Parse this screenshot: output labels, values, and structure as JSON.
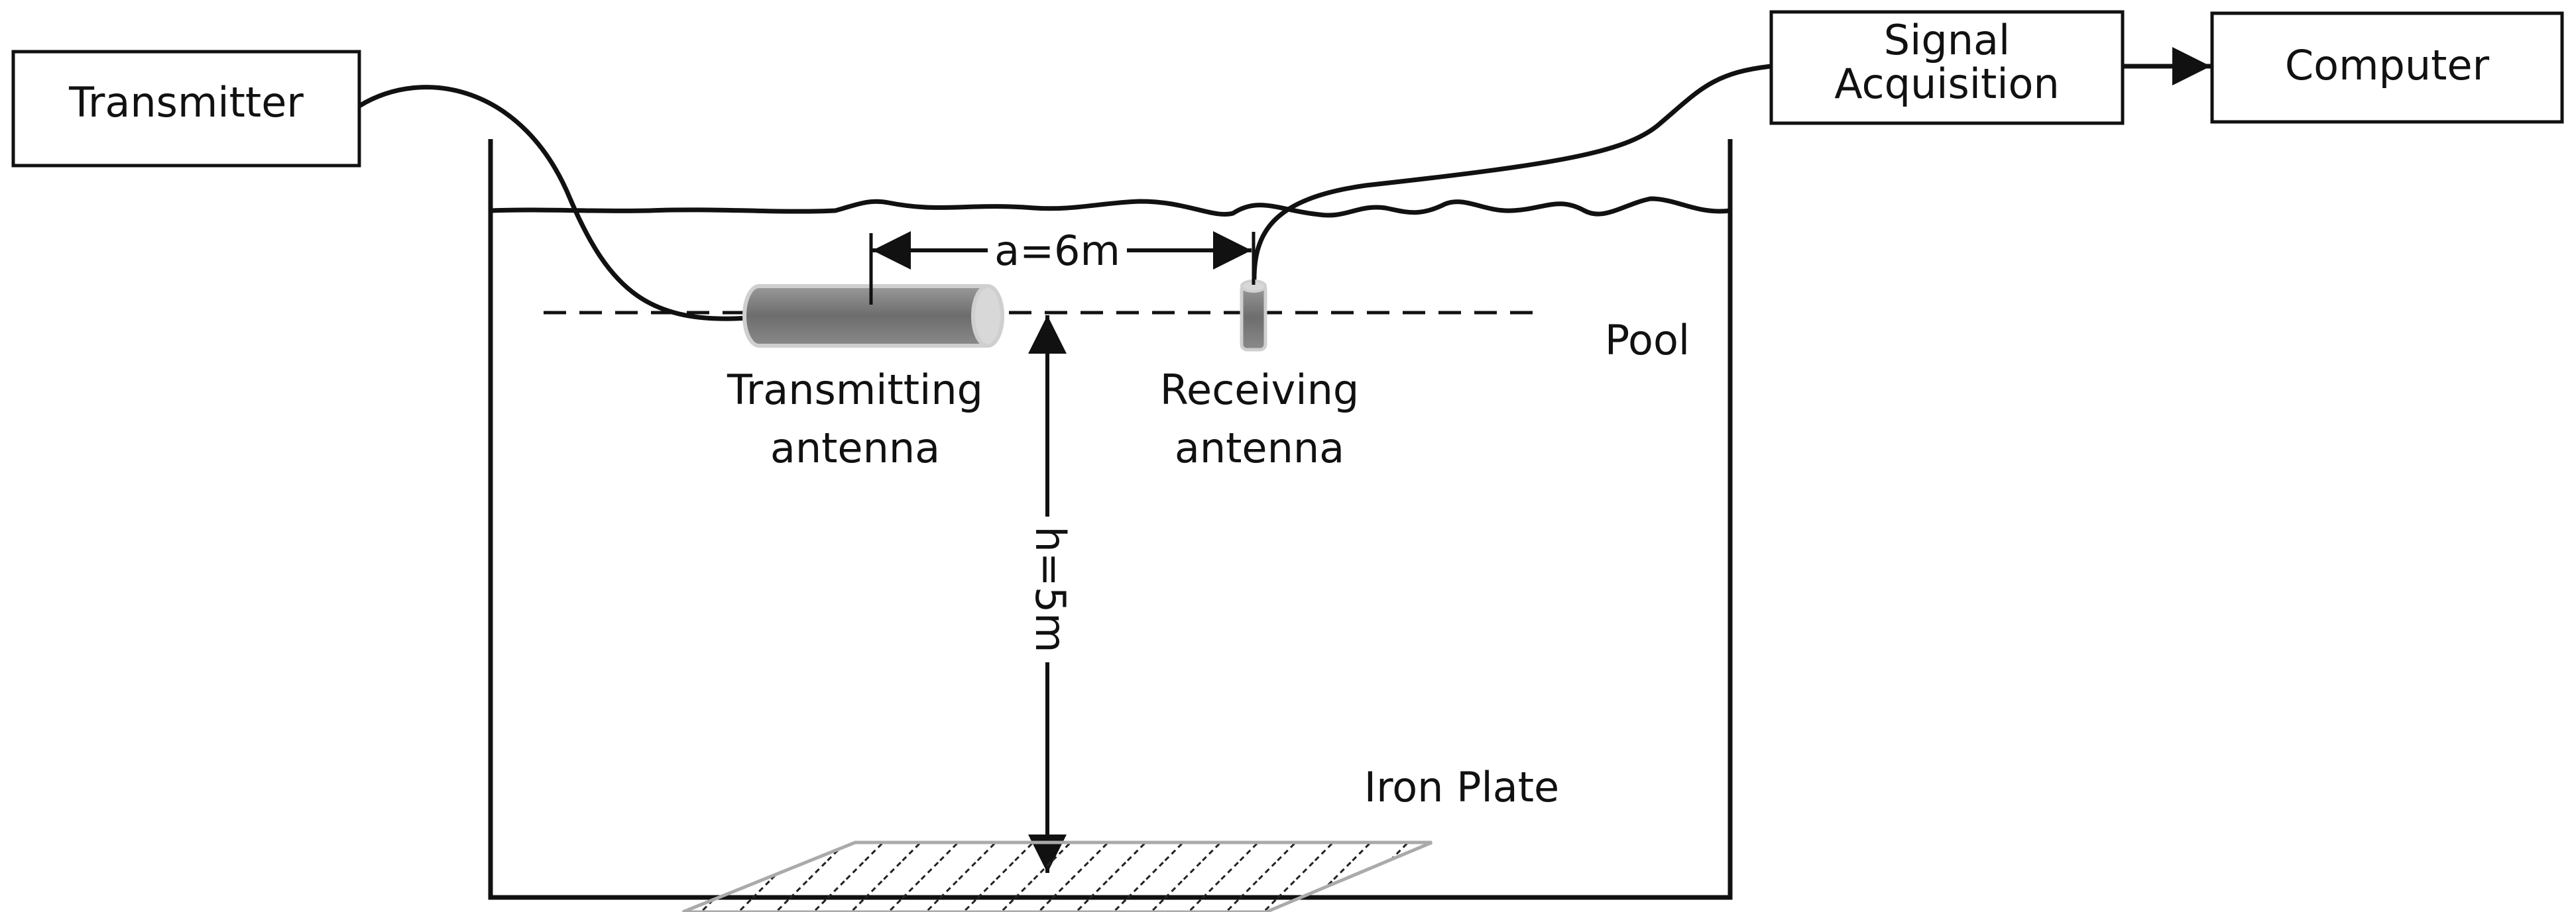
{
  "boxes": {
    "transmitter": "Transmitter",
    "signal_acquisition_line1": "Signal",
    "signal_acquisition_line2": "Acquisition",
    "computer": "Computer"
  },
  "labels": {
    "distance_a": "a=6m",
    "depth_h": "h=5m",
    "pool": "Pool",
    "transmitting_antenna_line1": "Transmitting",
    "transmitting_antenna_line2": "antenna",
    "receiving_antenna_line1": "Receiving",
    "receiving_antenna_line2": "antenna",
    "iron_plate": "Iron Plate"
  },
  "colors": {
    "line": "#111111",
    "antenna_fill": "#7a7a7a",
    "antenna_edge": "#cfcfcf",
    "plate_hatch": "#222222",
    "plate_edge": "#aaaaaa"
  }
}
